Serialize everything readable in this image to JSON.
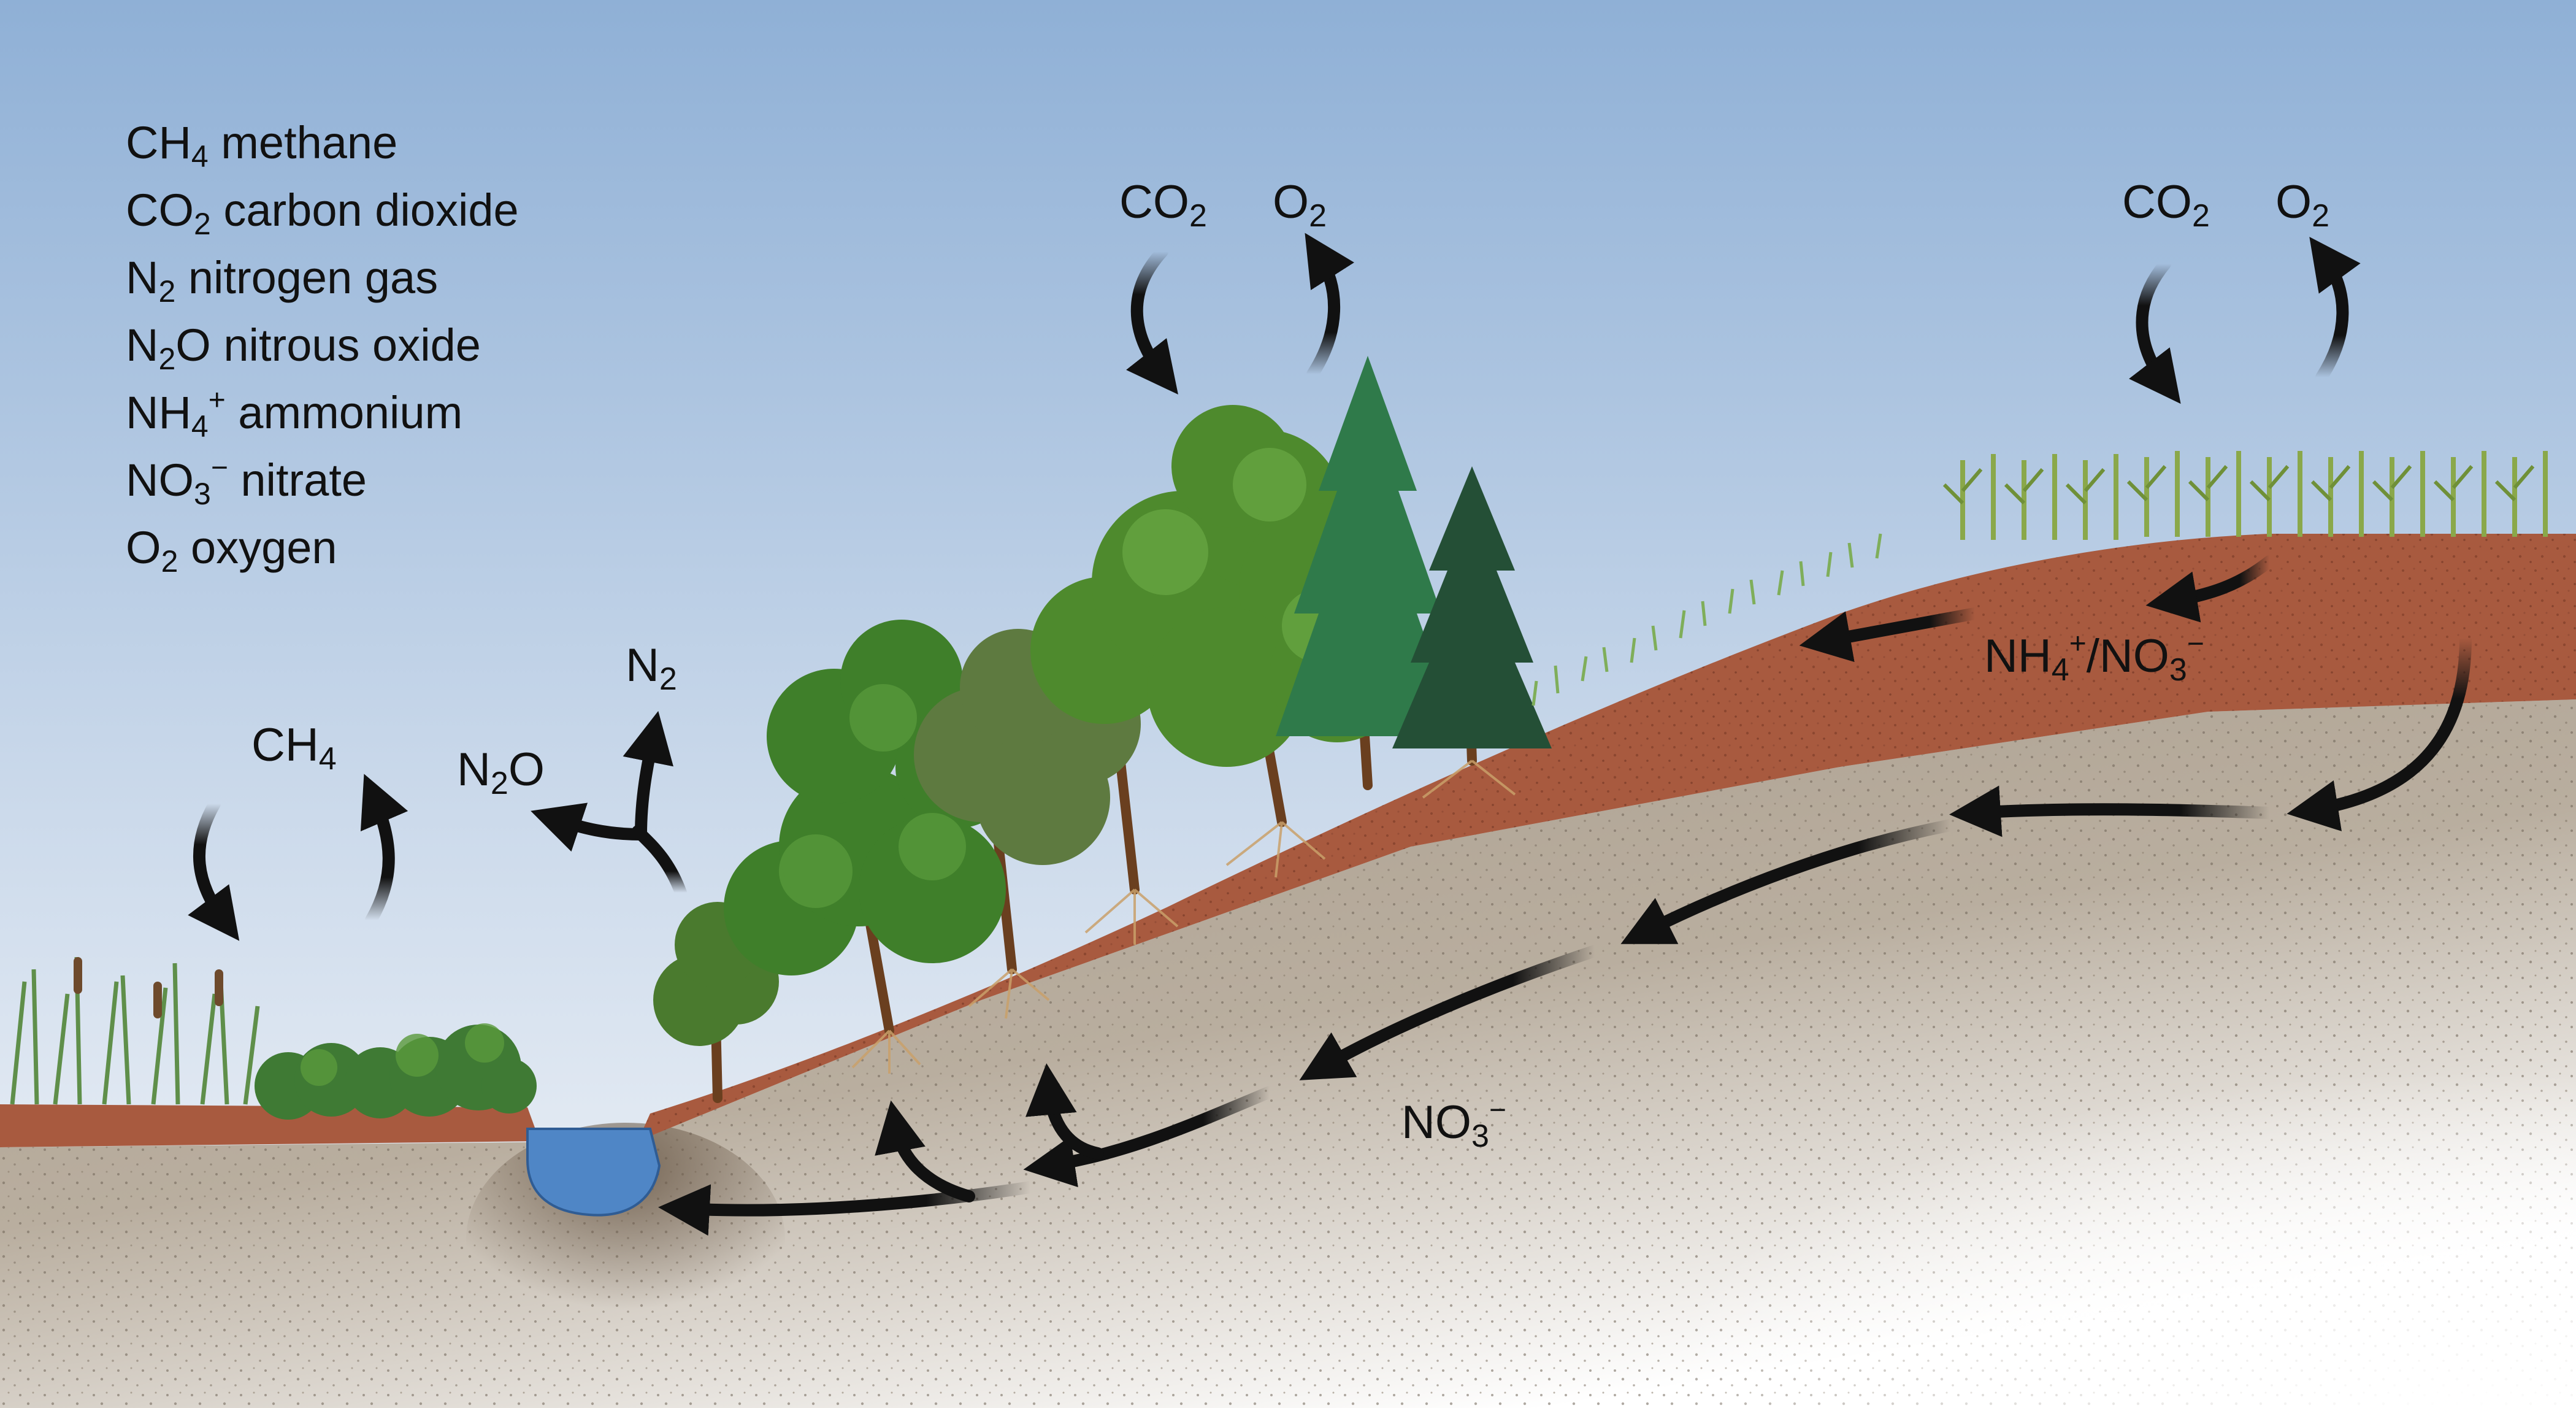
{
  "colors": {
    "sky_top": "#8fb0d6",
    "sky_bottom": "#f4f6f9",
    "topsoil": "#a85a3f",
    "subsoil": "#b7ab9c",
    "water": "#4f86c6",
    "tree_green": "#4e8a2d",
    "conifer_green": "#2f6b3f",
    "arrow": "#111111"
  },
  "legend": [
    {
      "formula_main": "CH",
      "formula_sub": "4",
      "formula_sup": "",
      "formula_tail": "",
      "name": "methane"
    },
    {
      "formula_main": "CO",
      "formula_sub": "2",
      "formula_sup": "",
      "formula_tail": "",
      "name": "carbon dioxide"
    },
    {
      "formula_main": "N",
      "formula_sub": "2",
      "formula_sup": "",
      "formula_tail": "",
      "name": "nitrogen gas"
    },
    {
      "formula_main": "N",
      "formula_sub": "2",
      "formula_sup": "",
      "formula_tail": "O",
      "name": "nitrous oxide"
    },
    {
      "formula_main": "NH",
      "formula_sub": "4",
      "formula_sup": "+",
      "formula_tail": "",
      "name": "ammonium"
    },
    {
      "formula_main": "NO",
      "formula_sub": "3",
      "formula_sup": "−",
      "formula_tail": "",
      "name": "nitrate"
    },
    {
      "formula_main": "O",
      "formula_sub": "2",
      "formula_sup": "",
      "formula_tail": "",
      "name": "oxygen"
    }
  ],
  "labels": {
    "wetland_ch4": {
      "main": "CH",
      "sub": "4"
    },
    "n2o": {
      "main": "N",
      "sub": "2",
      "tail": "O"
    },
    "n2": {
      "main": "N",
      "sub": "2"
    },
    "forest_co2": {
      "main": "CO",
      "sub": "2"
    },
    "forest_o2": {
      "main": "O",
      "sub": "2"
    },
    "crop_co2": {
      "main": "CO",
      "sub": "2"
    },
    "crop_o2": {
      "main": "O",
      "sub": "2"
    },
    "nh4_no3": {
      "a_main": "NH",
      "a_sub": "4",
      "a_sup": "+",
      "sep": "/NO",
      "b_sub": "3",
      "b_sup": "−"
    },
    "groundwater_no3": {
      "main": "NO",
      "sub": "3",
      "sup": "−"
    }
  }
}
